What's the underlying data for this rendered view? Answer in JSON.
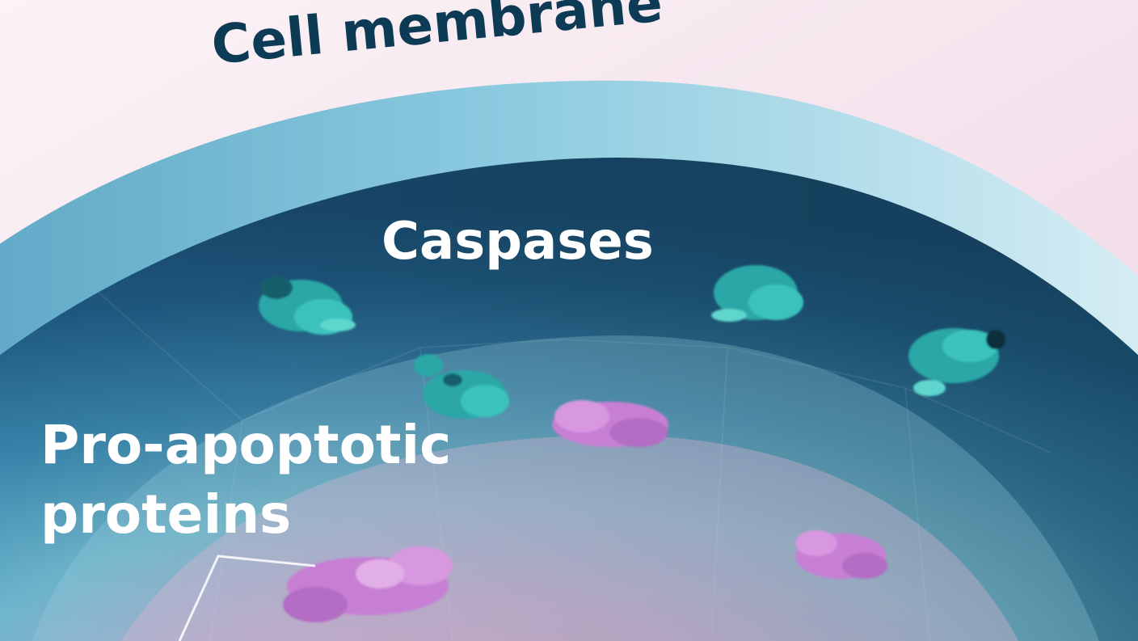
{
  "labels": {
    "cell_membrane": "Cell membrane",
    "caspases": "Caspases",
    "pro_apoptotic_line1": "Pro-apoptotic",
    "pro_apoptotic_line2": "proteins"
  },
  "colors": {
    "background": "#f6eaf0",
    "membrane_outer": "#8cc6dc",
    "interior_dark": "#1f5d86",
    "caspase_protein": "#2fb3b0",
    "pro_apoptotic_protein": "#c77fd4",
    "membrane_label": "#0d3b55",
    "inner_label": "#ffffff"
  }
}
